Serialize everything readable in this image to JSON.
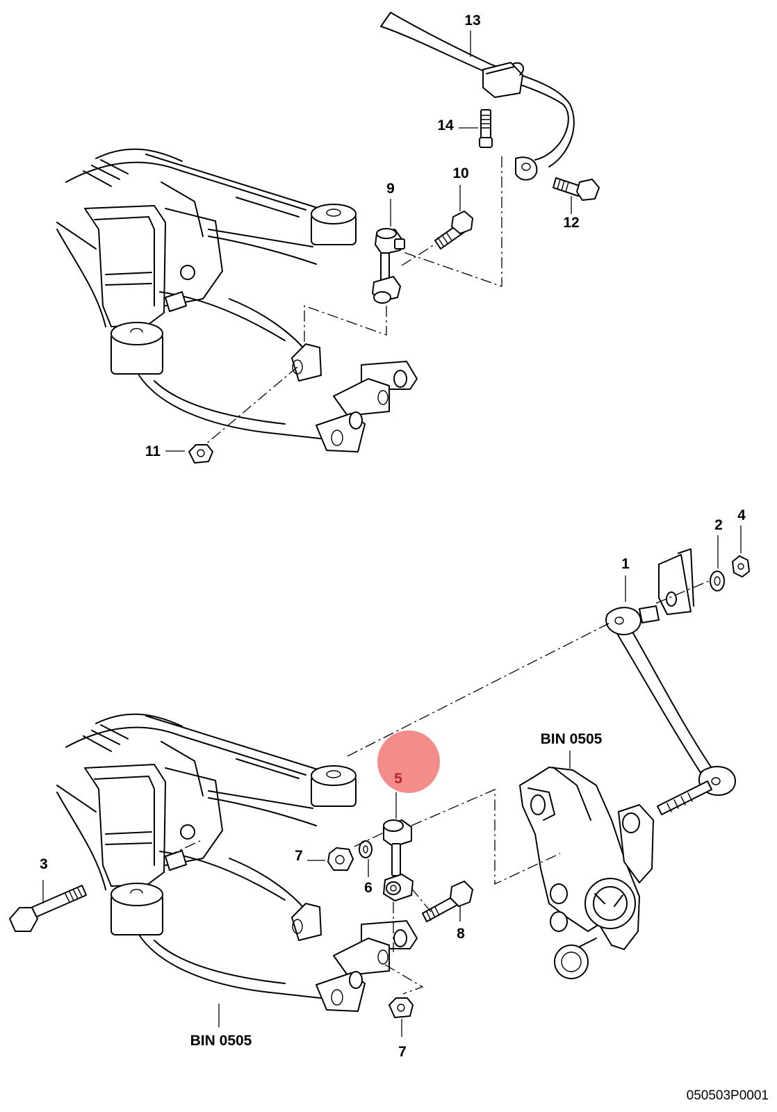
{
  "callouts": {
    "c1": "1",
    "c2": "2",
    "c3": "3",
    "c4": "4",
    "c5": "5",
    "c6": "6",
    "c7a": "7",
    "c7b": "7",
    "c8": "8",
    "c9": "9",
    "c10": "10",
    "c11": "11",
    "c12": "12",
    "c13": "13",
    "c14": "14"
  },
  "references": {
    "bin_knuckle": "BIN 0505",
    "bin_axle": "BIN 0505"
  },
  "drawing_code": "050503P0001",
  "highlight": {
    "callout": "5",
    "color": "#f47c7c"
  }
}
